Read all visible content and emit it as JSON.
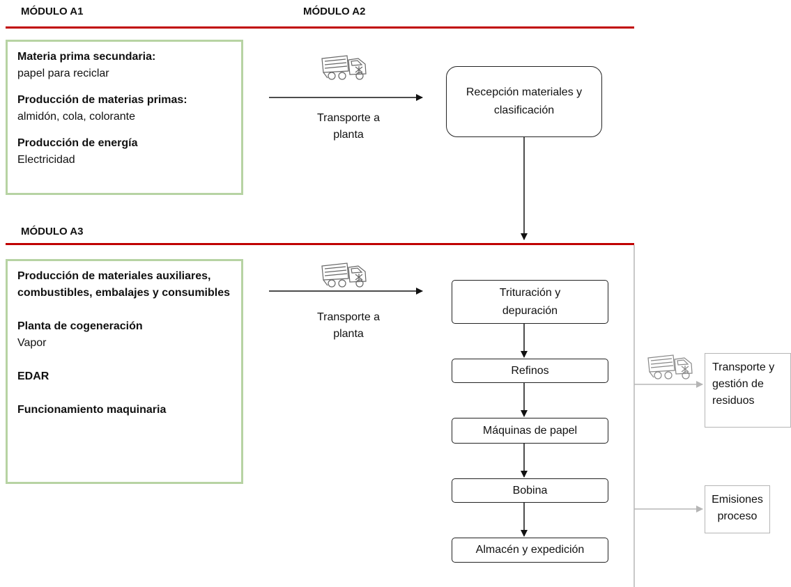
{
  "modules": {
    "a1": "MÓDULO A1",
    "a2": "MÓDULO A2",
    "a3": "MÓDULO A3"
  },
  "a1_box": {
    "items": [
      {
        "heading": "Materia prima secundaria:",
        "detail": "papel para reciclar"
      },
      {
        "heading": "Producción de materias primas:",
        "detail": "almidón, cola, colorante"
      },
      {
        "heading": "Producción de energía",
        "detail": "Electricidad"
      }
    ]
  },
  "a3_box": {
    "items": [
      {
        "heading": "Producción de materiales auxiliares, combustibles, embalajes y consumibles",
        "detail": ""
      },
      {
        "heading": "Planta de cogeneración",
        "detail": "Vapor"
      },
      {
        "heading": "EDAR",
        "detail": ""
      },
      {
        "heading": "Funcionamiento maquinaria",
        "detail": ""
      }
    ]
  },
  "transport": {
    "label_line1": "Transporte a",
    "label_line2": "planta"
  },
  "process": {
    "reception": "Recepción materiales y clasificación",
    "steps": [
      "Trituración y depuración",
      "Refinos",
      "Máquinas de papel",
      "Bobina",
      "Almacén y expedición"
    ]
  },
  "outputs": {
    "waste": "Transporte y gestión de residuos",
    "emissions": "Emisiones proceso"
  },
  "colors": {
    "rule": "#c00000",
    "green_border": "#b7d3a3",
    "grey": "#b5b5b5",
    "arrow": "#111111"
  },
  "icons": {
    "truck": "truck-icon"
  }
}
